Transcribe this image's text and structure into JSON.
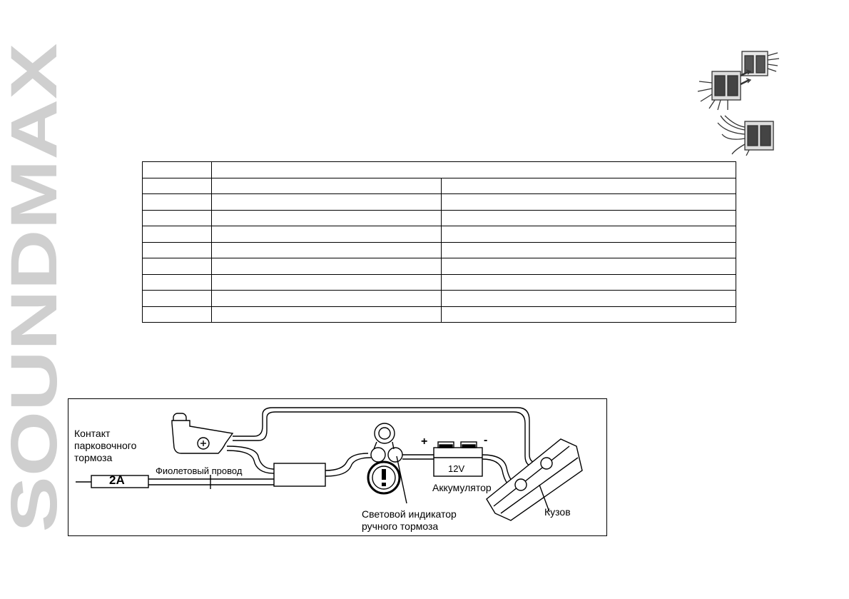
{
  "brand": {
    "logo_text": "SOUNDMAX"
  },
  "table": {
    "header_rows": 1,
    "body_rows": 9
  },
  "diagram": {
    "parking_contact_label_1": "Контакт",
    "parking_contact_label_2": "парковочного",
    "parking_contact_label_3": "тормоза",
    "fuse_label": "2A",
    "wire_label": "Фиолетовый провод",
    "plus_sign": "+",
    "minus_sign": "-",
    "battery_voltage": "12V",
    "battery_label": "Аккумулятор",
    "indicator_label_1": "Световой индикатор",
    "indicator_label_2": "ручного тормоза",
    "body_label": "Кузов",
    "warning_symbol": "!"
  }
}
